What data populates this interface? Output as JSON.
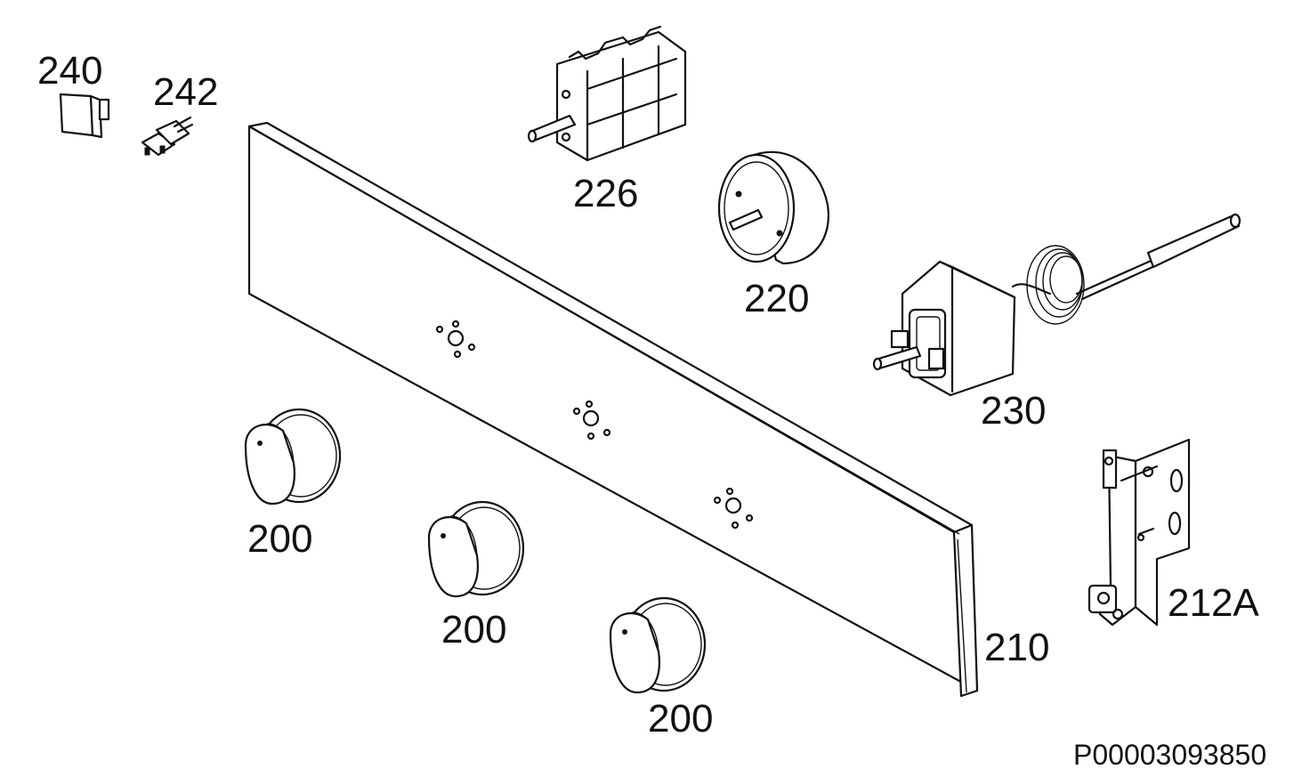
{
  "diagram": {
    "reference_code": "P00003093850",
    "parts": [
      {
        "id": "knob-a",
        "label": "200"
      },
      {
        "id": "knob-b",
        "label": "200"
      },
      {
        "id": "knob-c",
        "label": "200"
      },
      {
        "id": "control-panel",
        "label": "210"
      },
      {
        "id": "bracket",
        "label": "212A"
      },
      {
        "id": "timer",
        "label": "220"
      },
      {
        "id": "switch",
        "label": "226"
      },
      {
        "id": "thermostat",
        "label": "230"
      },
      {
        "id": "button",
        "label": "240"
      },
      {
        "id": "lamp",
        "label": "242"
      }
    ]
  }
}
